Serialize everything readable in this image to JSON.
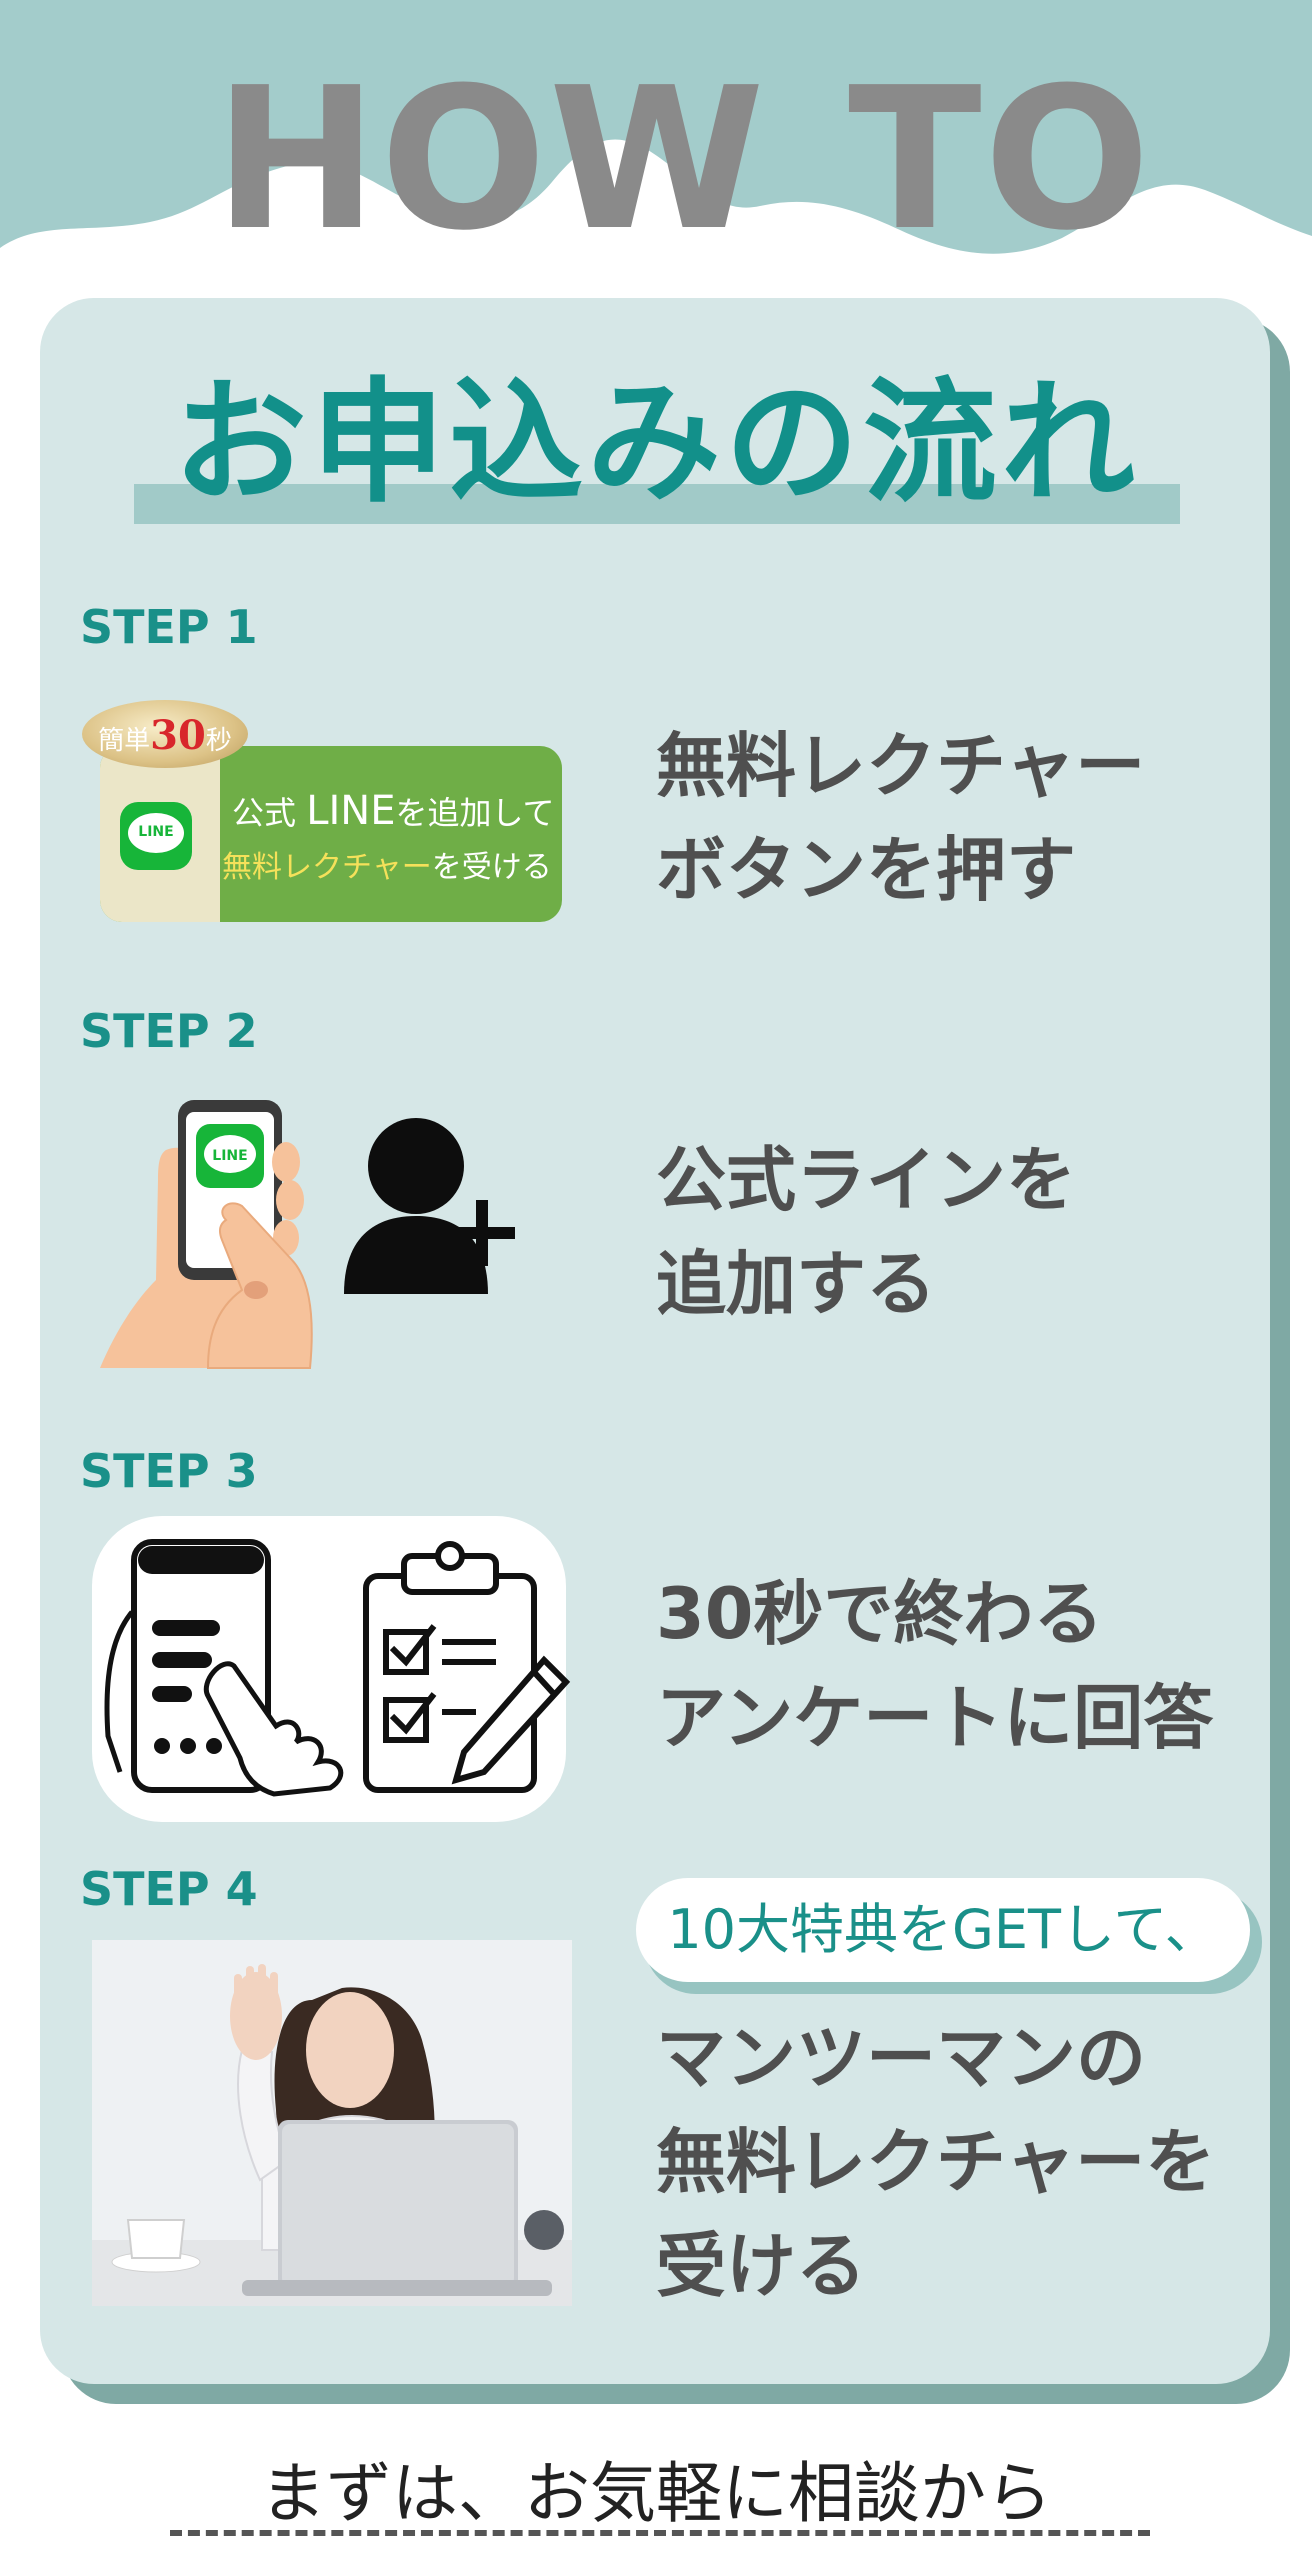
{
  "header": {
    "word1": "HOW",
    "word2": "TO"
  },
  "title": "お申込みの流れ",
  "steps": [
    {
      "label": "STEP 1",
      "text_lines": [
        "無料レクチャー",
        "ボタンを押す"
      ],
      "badge": {
        "prefix": "簡単",
        "number": "30",
        "suffix": "秒"
      },
      "line_button": {
        "logo": "LINE",
        "line1_prefix": "公式",
        "line1_brand": "LINE",
        "line1_suffix": "を追加して",
        "line2_highlight": "無料レクチャー",
        "line2_suffix": "を受ける"
      }
    },
    {
      "label": "STEP 2",
      "text_lines": [
        "公式ラインを",
        "追加する"
      ],
      "phone_logo": "LINE"
    },
    {
      "label": "STEP 3",
      "text_lines": [
        "30秒で終わる",
        "アンケートに回答"
      ]
    },
    {
      "label": "STEP 4",
      "pill": "10大特典をGETして、",
      "text_lines": [
        "マンツーマンの",
        "無料レクチャーを",
        "受ける"
      ]
    }
  ],
  "footer": "まずは、お気軽に相談から",
  "colors": {
    "teal": "#12908a",
    "card": "#d6e7e7",
    "wave": "#a3cccb",
    "line_green": "#6fae47"
  }
}
